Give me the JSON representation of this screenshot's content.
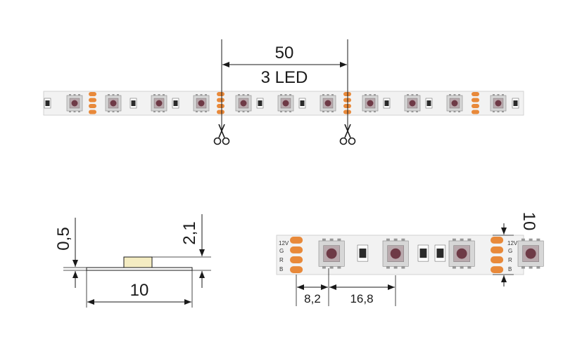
{
  "top_dimension": {
    "length": "50",
    "led_count": "3 LED"
  },
  "side_view": {
    "thickness_strip": "0,5",
    "thickness_total": "2,1",
    "width": "10"
  },
  "detail_view": {
    "pad_to_led": "8,2",
    "led_pitch": "16,8",
    "strip_width": "10"
  },
  "pad_labels": {
    "voltage": "12V",
    "g": "G",
    "r": "R",
    "b": "B"
  },
  "icons": {
    "cut_marker": "scissors-icon"
  },
  "colors": {
    "strip": "#f2f2f2",
    "pad": "#e8893a",
    "led_body": "#d7d7d7",
    "led_core": "#6e3a46",
    "line": "#1a1a1a",
    "component_fill": "#f4ecc2"
  }
}
